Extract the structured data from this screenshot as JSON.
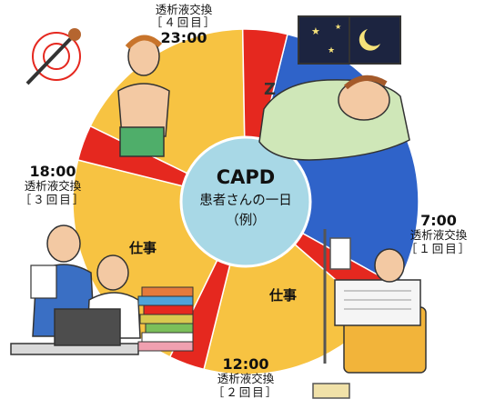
{
  "center": {
    "title": "CAPD",
    "subtitle": "患者さんの一日",
    "example": "（例）"
  },
  "exchanges": [
    {
      "time": "7:00",
      "event": "透析液交換",
      "count": "［１回目］"
    },
    {
      "time": "12:00",
      "event": "透析液交換",
      "count": "［２回目］"
    },
    {
      "time": "18:00",
      "event": "透析液交換",
      "count": "［３回目］"
    },
    {
      "time": "23:00",
      "event": "透析液交換",
      "count": "［４回目］"
    }
  ],
  "work_labels": [
    "仕事",
    "仕事"
  ],
  "colors": {
    "day": "#f7c342",
    "night": "#2f63c9",
    "exchange": "#e5281f",
    "center": "#a8d8e6"
  },
  "icons": [
    "dialysis-bag-stand-icon",
    "newspaper-reader-icon",
    "sleeping-person-icon",
    "night-window-icon",
    "office-workers-icon",
    "book-stack-icon",
    "laptop-icon",
    "brush-target-icon",
    "patient-exchanging-icon"
  ]
}
